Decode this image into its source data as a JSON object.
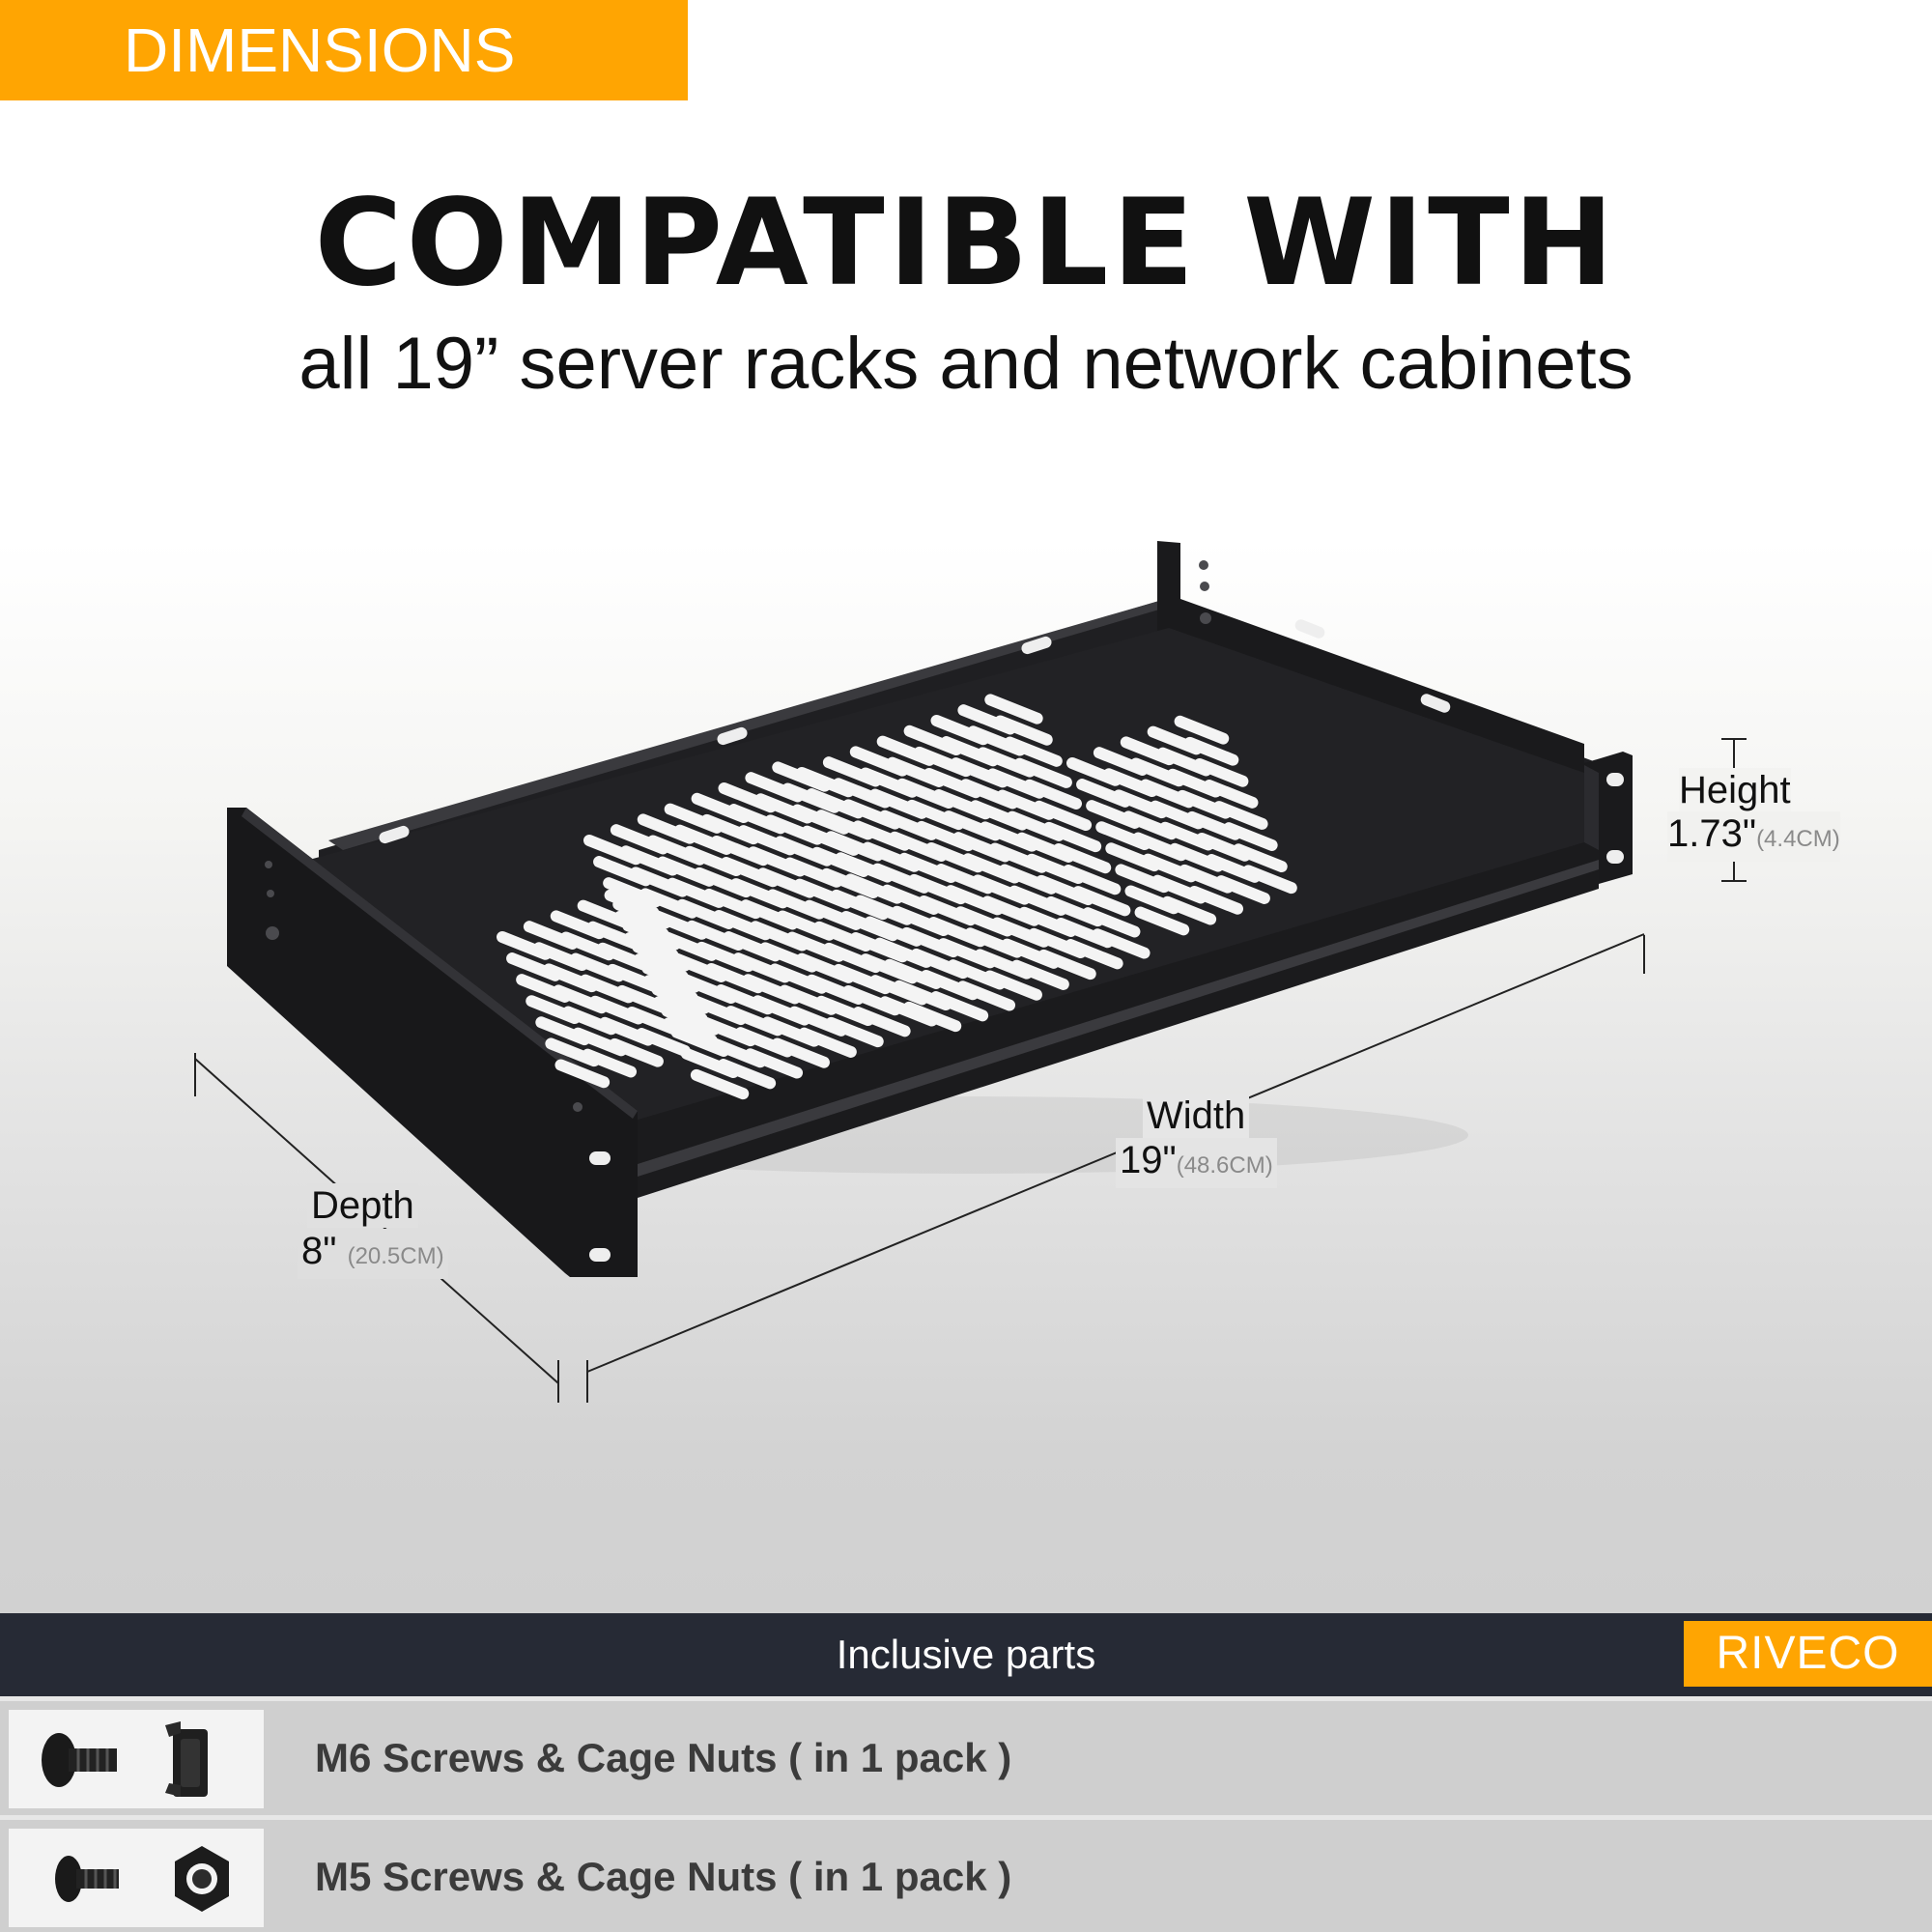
{
  "tag": "DIMENSIONS",
  "headline": "COMPATIBLE  WITH",
  "subheadline": "all 19” server racks and network cabinets",
  "dimensions": {
    "height": {
      "label": "Height",
      "value": "1.73\"",
      "metric": "(4.4CM)"
    },
    "width": {
      "label": "Width",
      "value": "19\"",
      "metric": "(48.6CM)"
    },
    "depth": {
      "label": "Depth",
      "value": "8\"",
      "metric": "(20.5CM)"
    }
  },
  "parts": {
    "title": "Inclusive parts",
    "items": [
      {
        "label": "M6 Screws & Cage Nuts ( in 1 pack )",
        "icons": [
          "screw-icon",
          "cage-nut-icon"
        ]
      },
      {
        "label": "M5 Screws & Cage Nuts ( in 1 pack )",
        "icons": [
          "screw-icon",
          "hex-nut-icon"
        ]
      }
    ]
  },
  "brand": {
    "name": "RIVECO",
    "color": "#ffa502"
  },
  "colors": {
    "accent": "#ffa502",
    "band": "#262a35",
    "product": "#1c1c1e"
  }
}
